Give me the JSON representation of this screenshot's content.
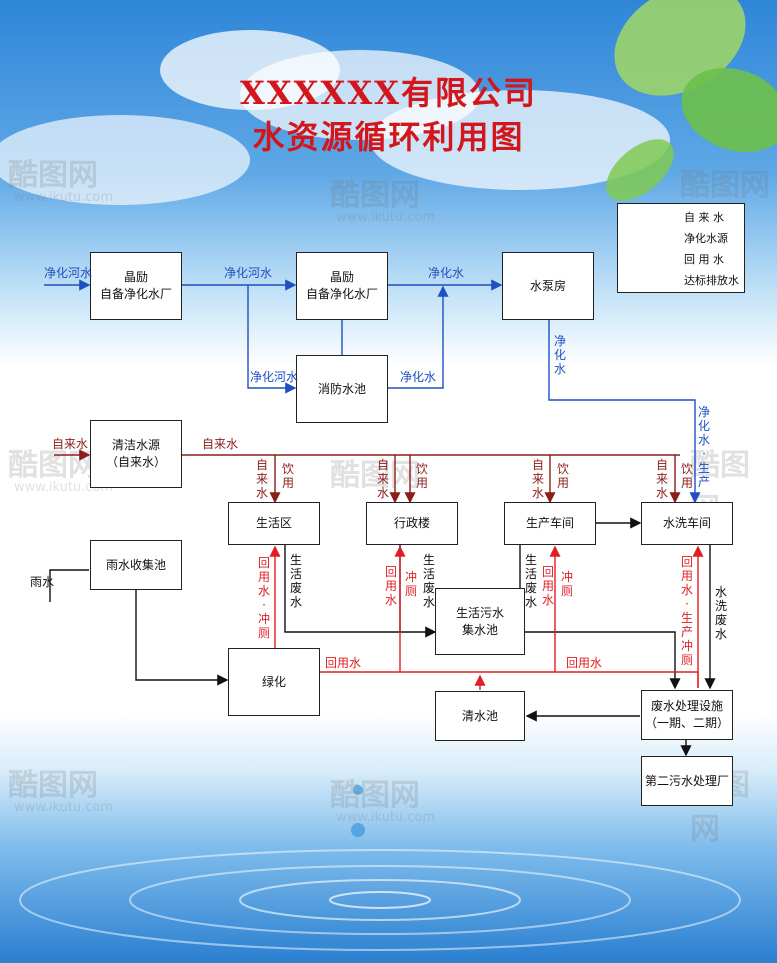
{
  "title": {
    "line1": "XXXXXX有限公司",
    "line2": "水资源循环利用图"
  },
  "legend": {
    "items": [
      {
        "label": "自 来 水",
        "color": "#8a1e1a"
      },
      {
        "label": "净化水源",
        "color": "#1f4fc2"
      },
      {
        "label": "回 用 水",
        "color": "#e01e25"
      },
      {
        "label": "达标排放水",
        "color": "#2aa84a"
      }
    ]
  },
  "nodes": {
    "plant1": "晶励\n自备净化水厂",
    "plant2": "晶励\n自备净化水厂",
    "pump": "水泵房",
    "fire_pool": "消防水池",
    "clean_source": "清洁水源\n（自来水）",
    "rain_pool": "雨水收集池",
    "living": "生活区",
    "admin": "行政楼",
    "workshop": "生产车间",
    "wash": "水洗车间",
    "sewage_pool": "生活污水\n集水池",
    "green": "绿化",
    "clear_pool": "清水池",
    "treatment": "废水处理设施\n（一期、二期）",
    "plant_ww": "第二污水处理厂"
  },
  "labels": {
    "river_in": "净化河水",
    "river_mid": "净化河水",
    "purified_top": "净化水",
    "river_fire": "净化河水",
    "purified_fire": "净化水",
    "purified_pump": "净化水",
    "purified_prod": "净化水·生产",
    "tap_in": "自来水",
    "tap_main": "自来水",
    "rain": "雨水",
    "tap_v": "自来水",
    "drink_v": "饮用",
    "living_ww": "生活废水",
    "reuse_flush_living": "回用水·冲厕",
    "reuse_living": "回用水",
    "flush": "冲厕",
    "reuse_v": "回用水",
    "reuse_h": "回用水",
    "wash_ww": "水洗废水",
    "reuse_prod_flush": "回用水·生产冲厕"
  },
  "watermark": {
    "logo": "酷图网",
    "url": "www.ikutu.com"
  }
}
